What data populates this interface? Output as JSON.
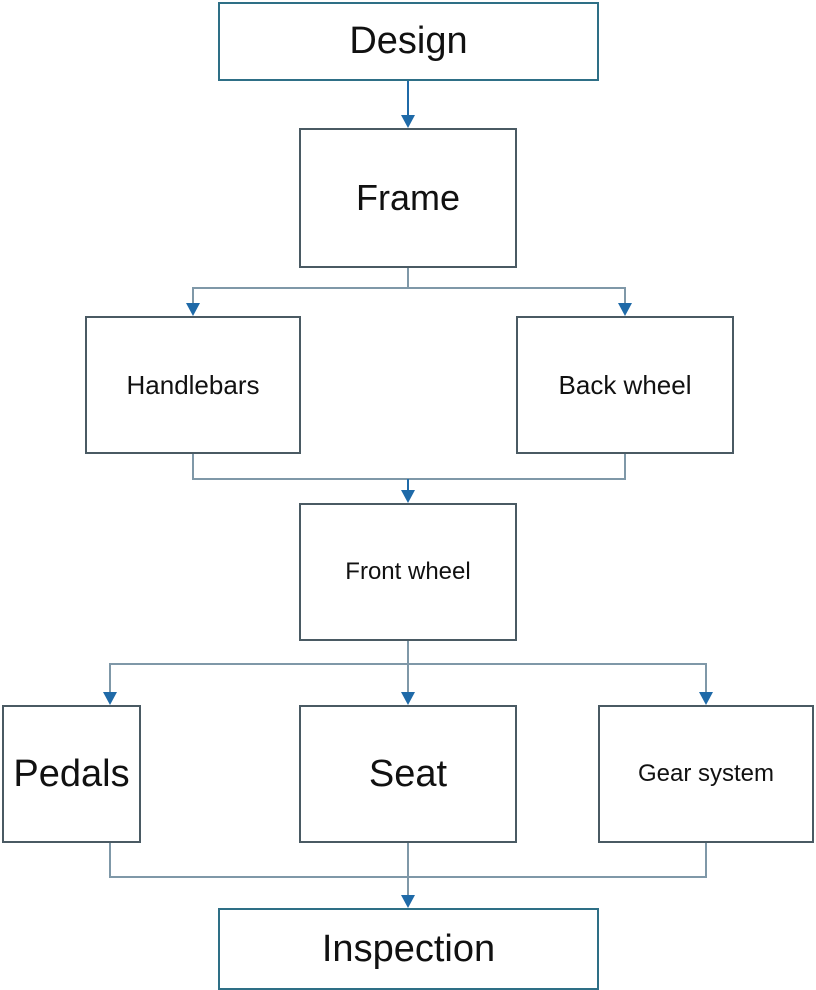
{
  "diagram": {
    "type": "flowchart",
    "colors": {
      "line": "#7f98a8",
      "arrow": "#1f6aa8",
      "box_border": "#4a5a63",
      "box_border_accent": "#2e6f86"
    },
    "nodes": {
      "design": "Design",
      "frame": "Frame",
      "handlebars": "Handlebars",
      "back_wheel": "Back wheel",
      "front_wheel": "Front wheel",
      "pedals": "Pedals",
      "seat": "Seat",
      "gear_system": "Gear system",
      "inspection": "Inspection"
    },
    "edges": [
      [
        "design",
        "frame"
      ],
      [
        "frame",
        "handlebars"
      ],
      [
        "frame",
        "back_wheel"
      ],
      [
        "handlebars",
        "front_wheel"
      ],
      [
        "back_wheel",
        "front_wheel"
      ],
      [
        "front_wheel",
        "pedals"
      ],
      [
        "front_wheel",
        "seat"
      ],
      [
        "front_wheel",
        "gear_system"
      ],
      [
        "pedals",
        "inspection"
      ],
      [
        "seat",
        "inspection"
      ],
      [
        "gear_system",
        "inspection"
      ]
    ]
  }
}
